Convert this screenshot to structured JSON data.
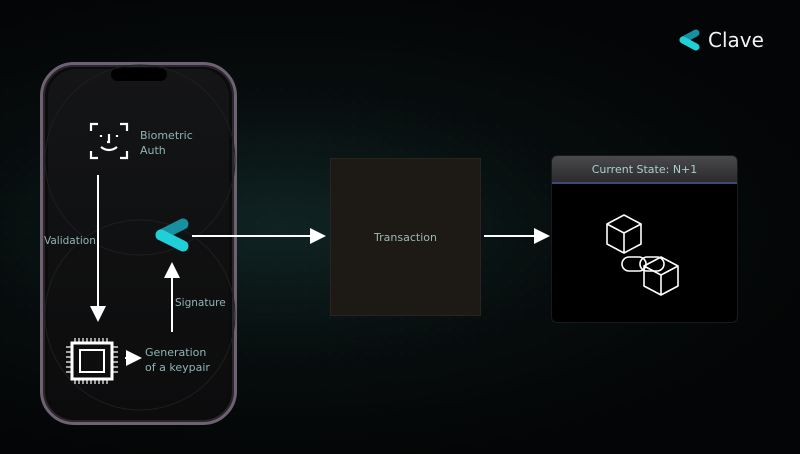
{
  "brand": {
    "name": "Clave"
  },
  "phone": {
    "biometric": "Biometric",
    "auth": "Auth",
    "validation": "Validation",
    "signature": "Signature",
    "generation": "Generation",
    "keypair": "of a keypair"
  },
  "transaction": {
    "label": "Transaction"
  },
  "state": {
    "header": "Current State:  N+1"
  },
  "colors": {
    "accent": "#1fc8cf",
    "label": "#8fb4b4"
  }
}
